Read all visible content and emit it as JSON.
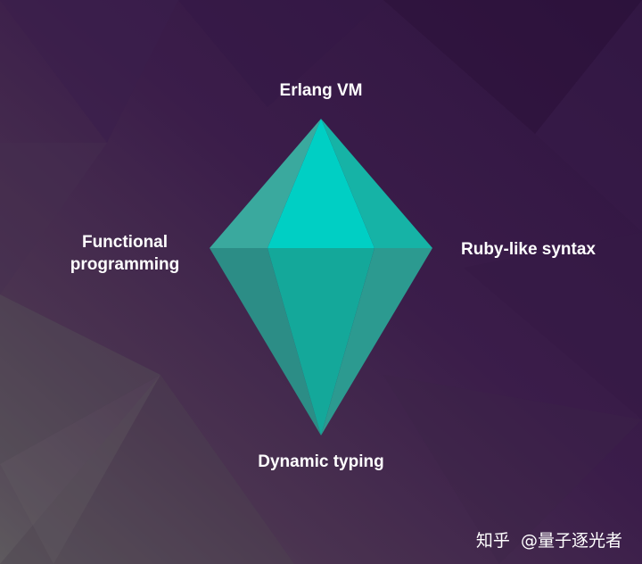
{
  "diagram": {
    "labels": {
      "top": "Erlang VM",
      "left_line1": "Functional",
      "left_line2": "programming",
      "right": "Ruby-like syntax",
      "bottom": "Dynamic typing"
    }
  },
  "watermark": {
    "platform": "知乎",
    "author": "@量子逐光者"
  },
  "colors": {
    "background_dark": "#2e1640",
    "background_light": "#5a5a5c",
    "gem_top_center": "#00cfc4",
    "gem_top_side": "#3aa99e",
    "gem_bottom_center": "#14a89a",
    "gem_bottom_side": "#2c8d86"
  }
}
